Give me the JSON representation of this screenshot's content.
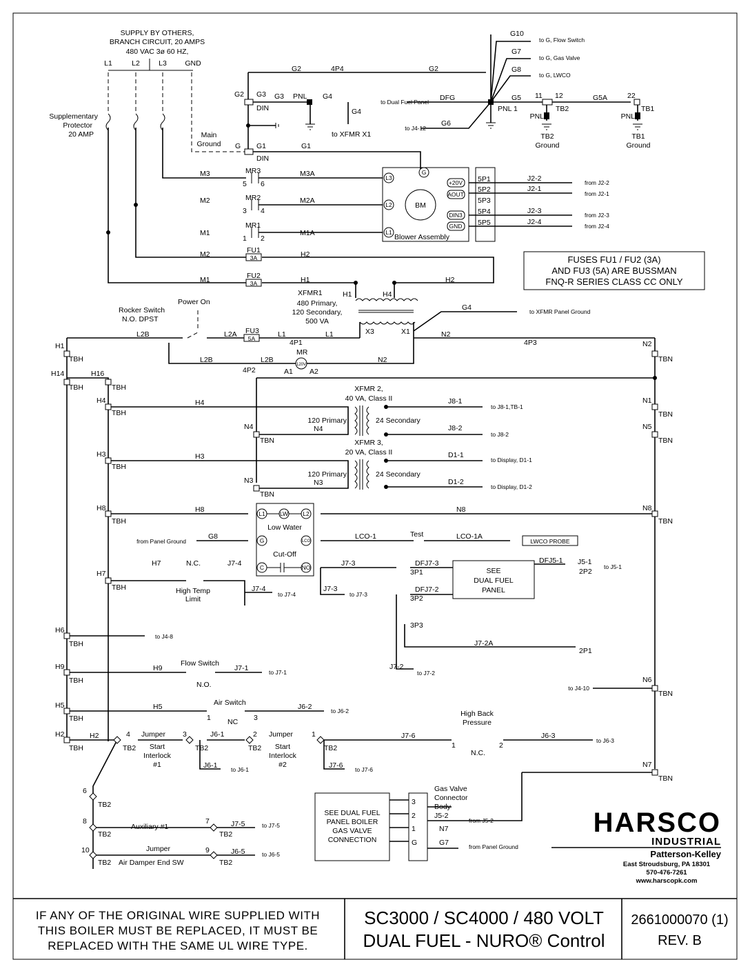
{
  "supply": {
    "l1": "SUPPLY BY OTHERS,",
    "l2": "BRANCH CIRCUIT, 20 AMPS",
    "l3": "480 VAC 3ø 60 HZ,",
    "L1": "L1",
    "L2": "L2",
    "L3": "L3",
    "GND": "GND"
  },
  "protector": {
    "l1": "Supplementary",
    "l2": "Protector",
    "l3": "20 AMP"
  },
  "main_ground": {
    "l1": "Main",
    "l2": "Ground"
  },
  "ground": {
    "g2a": "G2",
    "g3a": "G3",
    "g3b": "G3",
    "pnl": "PNL",
    "g4": "G4",
    "din1": "DIN",
    "g": "G",
    "g1a": "G1",
    "din2": "DIN",
    "g1b": "G1",
    "g2b": "G2",
    "p4p4": "4P4",
    "g2c": "G2",
    "g4v": "G4",
    "to_xfmr_x1": "to XFMR X1",
    "to_dual_fuel": "to Dual Fuel Panel",
    "dfg": "DFG",
    "to_j412": "to J4-12",
    "g6": "G6",
    "pnl1": "PNL 1",
    "g5": "G5",
    "t11": "11",
    "t12": "12",
    "tb2": "TB2",
    "pnl2": "PNL",
    "tb2g1": "TB2",
    "tb2g2": "Ground",
    "g5a": "G5A",
    "t22": "22",
    "tb1": "TB1",
    "pnl3": "PNL",
    "tb1g1": "TB1",
    "tb1g2": "Ground",
    "g10": "G10",
    "to_flow": "to G, Flow Switch",
    "g7": "G7",
    "to_gas": "to G, Gas Valve",
    "g8": "G8",
    "to_lwco": "to G, LWCO"
  },
  "motor": {
    "m3": "M3",
    "mr3": "MR3",
    "c5": "5",
    "c6": "6",
    "m3a": "M3A",
    "m2": "M2",
    "mr2": "MR2",
    "c3": "3",
    "c4": "4",
    "m2a": "M2A",
    "m1": "M1",
    "mr1": "MR1",
    "c1": "1",
    "c2": "2",
    "m1a": "M1A",
    "l3": "L3",
    "l2": "L2",
    "l1": "L1",
    "g": "G",
    "bm": "BM",
    "blower": "Blower Assembly",
    "p20v": "+20V",
    "aout": "AOUT",
    "din3": "DIN3",
    "gnd": "GND",
    "p5p1": "5P1",
    "p5p2": "5P2",
    "p5p3": "5P3",
    "p5p4": "5P4",
    "p5p5": "5P5",
    "j22": "J2-2",
    "j21": "J2-1",
    "j23": "J2-3",
    "j24": "J2-4",
    "f22": "from J2-2",
    "f21": "from J2-1",
    "f23": "from J2-3",
    "f24": "from J2-4"
  },
  "fuses": {
    "m2": "M2",
    "fu1": "FU1",
    "a3a": "3A",
    "h2": "H2",
    "m1": "M1",
    "fu2": "FU2",
    "a3b": "3A",
    "h1": "H1",
    "h1b": "H1",
    "h4": "H4",
    "h2b": "H2"
  },
  "note": {
    "l1": "FUSES FU1 / FU2 (3A)",
    "l2": "AND FU3 (5A) ARE BUSSMAN",
    "l3": "FNQ-R SERIES CLASS CC ONLY"
  },
  "xfmr1": {
    "name": "XFMR1",
    "l1": "480 Primary,",
    "l2": "120 Secondary,",
    "l3": "500 VA",
    "x3": "X3",
    "x1": "X1",
    "g4": "G4",
    "to_panel": "to XFMR Panel Ground",
    "n2": "N2"
  },
  "rocker": {
    "l1": "Rocker Switch",
    "l2": "N.O. DPST",
    "power": "Power On",
    "l2b": "L2B",
    "l2a": "L2A",
    "fu3": "FU3",
    "a5": "5A",
    "l1a": "L1",
    "p4p1": "4P1",
    "l1b": "L1",
    "p4p3": "4P3",
    "n2r": "N2",
    "l2b2": "L2B",
    "l2b3": "L2B",
    "n2b": "N2",
    "mr": "MR",
    "v120": "120V",
    "a1": "A1",
    "a2": "A2",
    "p4p2": "4P2"
  },
  "terms": {
    "h1": "H1",
    "tbh1": "TBH",
    "tbn1": "TBN",
    "h14": "H14",
    "tbh14": "TBH",
    "h16": "H16",
    "tbh16": "TBH",
    "h4": "H4",
    "tbh4": "TBH",
    "h3": "H3",
    "tbh3": "TBH",
    "h8": "H8",
    "tbh8": "TBH",
    "h7": "H7",
    "tbh7": "TBH",
    "h6": "H6",
    "tbh6": "TBH",
    "h9": "H9",
    "tbh9": "TBH",
    "h5": "H5",
    "tbh5": "TBH",
    "h2": "H2",
    "tbh2": "TBH",
    "n1": "N1",
    "tbnn1": "TBN",
    "n5": "N5",
    "tbn5": "TBN",
    "n8": "N8",
    "tbn8": "TBN",
    "n6": "N6",
    "tbn6": "TBN",
    "n7": "N7",
    "tbn7": "TBN",
    "n4": "N4",
    "tbn4": "TBN",
    "n3": "N3",
    "tbn3": "TBN"
  },
  "xfmr2": {
    "h4": "H4",
    "l1": "XFMR 2,",
    "l2": "40 VA, Class II",
    "pri": "120 Primary",
    "n4": "N4",
    "sec": "24 Secondary",
    "j81": "J8-1",
    "to_j81": "to J8-1,TB-1",
    "j82": "J8-2",
    "to_j82": "to J8-2"
  },
  "xfmr3": {
    "h3": "H3",
    "l1": "XFMR 3,",
    "l2": "20 VA, Class II",
    "pri": "120 Primary",
    "n3": "N3",
    "sec": "24 Secondary",
    "d11": "D1-1",
    "to_d11": "to Display, D1-1",
    "d12": "D1-2",
    "to_d12": "to Display, D1-2"
  },
  "lwco": {
    "h8": "H8",
    "l1": "L1",
    "lw": "LW",
    "l2": "L2",
    "n8": "N8",
    "low": "Low Water",
    "cut": "Cut-Off",
    "g": "G",
    "lco": "LCO",
    "c": "C",
    "no": "NO",
    "from_pg": "from Panel Ground",
    "g8": "G8",
    "lco1": "LCO-1",
    "test": "Test",
    "lco1a": "LCO-1A",
    "probe": "LWCO PROBE",
    "h7": "H7",
    "nc": "N.C.",
    "j74": "J7-4",
    "j73": "J7-3",
    "dfj73": "DFJ7-3",
    "p3p1": "3P1",
    "see1": "SEE",
    "see2": "DUAL FUEL",
    "see3": "PANEL",
    "dfj51": "DFJ5-1",
    "j51": "J5-1",
    "p2p2": "2P2",
    "to_j51": "to J5-1",
    "ht1": "High Temp",
    "ht2": "Limit",
    "j74b": "J7-4",
    "to_j74": "to J7-4",
    "j73b": "J7-3",
    "to_j73": "to J7-3",
    "dfj72": "DFJ7-2",
    "p3p2": "3P2",
    "p3p3": "3P3",
    "j72a": "J7-2A",
    "p2p1": "2P1",
    "j72": "J7-2",
    "to_j72": "to J7-2"
  },
  "lower": {
    "to_j48": "to J4-8",
    "h9": "H9",
    "flow": "Flow Switch",
    "no": "N.O.",
    "j71": "J7-1",
    "to_j71": "to J7-1",
    "to_j410": "to J4-10",
    "h5": "H5",
    "air": "Air Switch",
    "a1": "1",
    "anc": "NC",
    "a3": "3",
    "j62": "J6-2",
    "to_j62": "to J6-2",
    "hbp1": "High Back",
    "hbp2": "Pressure",
    "h2": "H2",
    "t4": "4",
    "tb2a": "TB2",
    "jmp1": "Jumper",
    "si1a": "Start",
    "si1b": "Interlock",
    "si1c": "#1",
    "t3": "3",
    "tb2b": "TB2",
    "j61": "J6-1",
    "t2": "2",
    "tb2c": "TB2",
    "jmp2": "Jumper",
    "si2a": "Start",
    "si2b": "Interlock",
    "si2c": "#2",
    "t1": "1",
    "tb2d": "TB2",
    "j76": "J7-6",
    "b1": "1",
    "bnc": "N.C.",
    "b2": "2",
    "j63": "J6-3",
    "to_j63": "to J6-3",
    "j61b": "J6-1",
    "to_j61": "to J6-1",
    "j76b": "J7-6",
    "to_j76": "to J7-6",
    "t6": "6",
    "tb2e": "TB2",
    "t8": "8",
    "tb2f": "TB2",
    "aux": "Auxiliary #1",
    "t7": "7",
    "tb2g": "TB2",
    "j75": "J7-5",
    "to_j75": "to J7-5",
    "t10": "10",
    "tb2h": "TB2",
    "jmp3": "Jumper",
    "ad": "Air Damper End SW",
    "t9": "9",
    "tb2i": "TB2",
    "j65": "J6-5",
    "to_j65": "to J6-5"
  },
  "gasvalve": {
    "b1": "SEE DUAL FUEL",
    "b2": "PANEL BOILER",
    "b3": "GAS VALVE",
    "b4": "CONNECTION",
    "p3": "3",
    "p2": "2",
    "p1": "1",
    "pg": "G",
    "gv1": "Gas Valve",
    "gv2": "Connector",
    "gv3": "Body",
    "j52": "J5-2",
    "from_j52": "from J5-2",
    "n7": "N7",
    "g7": "G7",
    "from_pg": "from Panel Ground"
  },
  "logo": {
    "brand": "HARSCO",
    "division": "INDUSTRIAL",
    "company": "Patterson-Kelley",
    "address": "East Stroudsburg, PA 18301",
    "phone": "570-476-7261",
    "web": "www.harscopk.com"
  },
  "title_block": {
    "warn1": "IF ANY OF THE ORIGINAL WIRE SUPPLIED WITH",
    "warn2": "THIS BOILER MUST BE REPLACED, IT MUST BE",
    "warn3": "REPLACED WITH THE SAME UL WIRE TYPE.",
    "title1": "SC3000 / SC4000 / 480 VOLT",
    "title2": "DUAL FUEL - NURO® Control",
    "doc_no": "2661000070 (1)",
    "rev": "REV. B"
  }
}
